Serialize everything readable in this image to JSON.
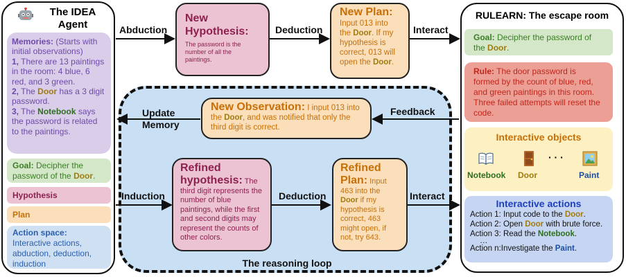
{
  "agent": {
    "title_line1": "The IDEA",
    "title_line2": "Agent",
    "memories_title": "Memories:",
    "memories_intro": "(Starts with initial observations)",
    "mem1_num": "1,",
    "mem1_text": "There are 13 paintings in the room: 4 blue, 6 red, and 3 green.",
    "mem2_num": "2,",
    "mem2_a": "The",
    "mem2_door": "Door",
    "mem2_b": "has a 3 digit password.",
    "mem3_num": "3,",
    "mem3_a": "The",
    "mem3_notebook": "Notebook",
    "mem3_b": "says the password is related to the paintings.",
    "goal_label": "Goal:",
    "goal_a": "Decipher the password of the",
    "goal_door": "Door",
    "goal_end": ".",
    "hypothesis": "Hypothesis",
    "plan": "Plan",
    "action_space_title": "Action space:",
    "action_space_text": "Interactive actions, abduction, deduction, induction"
  },
  "labels": {
    "abduction": "Abduction",
    "deduction_top": "Deduction",
    "interact_top": "Interact",
    "update": "Update",
    "memory": "Memory",
    "feedback": "Feedback",
    "induction": "Induction",
    "deduction_bottom": "Deduction",
    "interact_bottom": "Interact",
    "loop": "The reasoning loop"
  },
  "new_hypothesis": {
    "title": "New Hypothesis:",
    "text": "The password is the number of all the paintings."
  },
  "new_plan": {
    "title": "New Plan:",
    "a": "Input 013 into the",
    "door": "Door",
    "b": ". If my hypothesis is correct, 013 will open the",
    "door2": "Door",
    "end": "."
  },
  "new_observation": {
    "title": "New Observation:",
    "a": "I input 013 into the",
    "door": "Door",
    "b": ", and was notified that only the third digit is correct."
  },
  "refined_hypothesis": {
    "title": "Refined hypothesis:",
    "text": "The third digit represents the number of blue paintings, while the first and second digits may represent the counts of other colors."
  },
  "refined_plan": {
    "title": "Refined Plan:",
    "a": "Input 463 into the",
    "door": "Door",
    "b": "if my hypothesis is correct, 463 might open, if not, try 643."
  },
  "rulearn": {
    "title": "RULEARN: The escape room",
    "goal_label": "Goal:",
    "goal_a": "Decipher the password of the",
    "goal_door": "Door",
    "goal_end": ".",
    "rule_label": "Rule:",
    "rule_text": "The door password is formed by the count of blue, red, and green paintings in this room. Three failed attempts will reset the code.",
    "objects_title": "Interactive objects",
    "obj_notebook": "Notebook",
    "obj_door": "Door",
    "obj_dots": "· · ·",
    "obj_paint": "Paint",
    "actions_title": "Interactive actions",
    "a1_a": "Action 1: Input code to the",
    "a1_door": "Door",
    "a1_end": ".",
    "a2_a": "Action 2: Open",
    "a2_door": "Door",
    "a2_b": "with brute force.",
    "a3_a": "Action 3: Read the",
    "a3_notebook": "Notebook",
    "a3_end": ".",
    "ellipsis": "…",
    "an_a": "Action n:Investigate the",
    "an_paint": "Paint",
    "an_end": "."
  },
  "colors": {
    "memories_bg": "#d9cdea",
    "goal_bg": "#d4e8c9",
    "hypothesis_bg": "#ebc3d2",
    "plan_bg": "#fbdfba",
    "action_bg": "#cfe0f3",
    "loop_bg": "#c9dff3",
    "rule_bg": "#eb9f95",
    "objects_bg": "#fdf0c2",
    "actions_bg": "#c6d6f2"
  }
}
